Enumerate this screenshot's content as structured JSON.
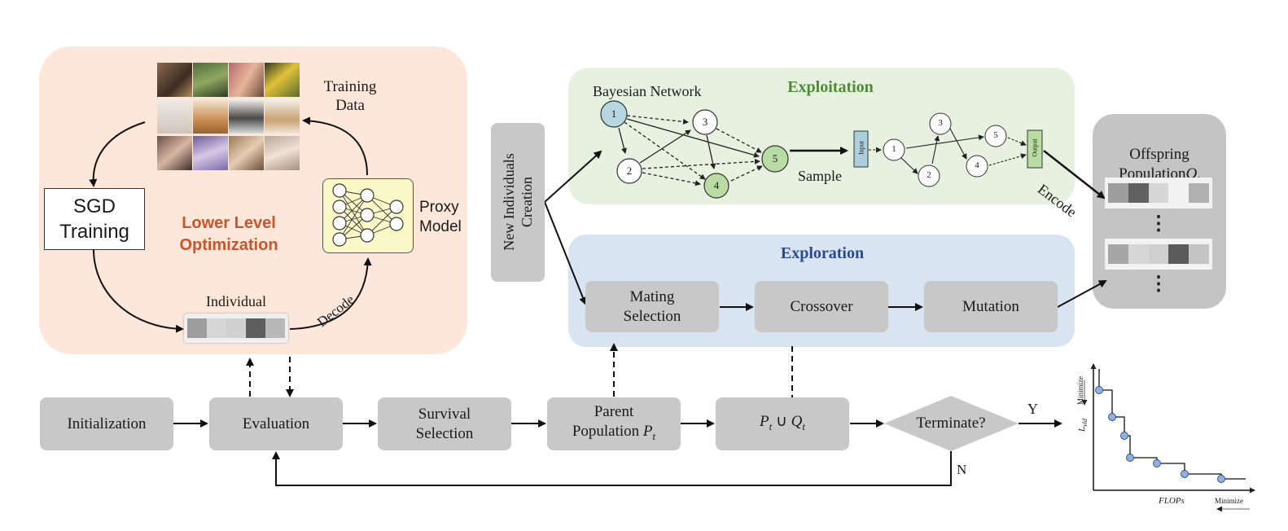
{
  "colors": {
    "lower_panel": "#fde7da",
    "exploit_panel": "#e6f1e0",
    "explore_panel": "#d9e4f2",
    "offspring_panel": "#c4c4c4",
    "box": "#c8c8c8",
    "lower_title": "#c8552b",
    "exploit_title": "#4f8a37",
    "explore_title": "#2a4a8f"
  },
  "lower": {
    "title": "Lower Level\nOptimization",
    "training_data": "Training\nData",
    "sgd": "SGD\nTraining",
    "proxy": "Proxy\nModel",
    "individual": "Individual",
    "decode": "Decode"
  },
  "new_individuals": "New Individuals\nCreation",
  "exploitation": {
    "title": "Exploitation",
    "bayes_label": "Bayesian Network",
    "sample": "Sample",
    "encode": "Encode",
    "bn_nodes": [
      "1",
      "2",
      "3",
      "4",
      "5"
    ],
    "dag_nodes": [
      "1",
      "2",
      "3",
      "4",
      "5"
    ],
    "input": "Input",
    "output": "Output"
  },
  "exploration": {
    "title": "Exploration",
    "mating": "Mating\nSelection",
    "crossover": "Crossover",
    "mutation": "Mutation"
  },
  "offspring": {
    "title": "Offspring\nPopulation",
    "q": "Q",
    "t": "t",
    "dots": "⋮"
  },
  "flow": {
    "initialization": "Initialization",
    "evaluation": "Evaluation",
    "survival": "Survival\nSelection",
    "parent": "Parent\nPopulation ",
    "p": "P",
    "t": "t",
    "union_p": "P",
    "union_q": "Q",
    "union_sym": " ∪ ",
    "terminate": "Terminate?",
    "yes": "Y",
    "no": "N"
  },
  "pareto": {
    "ylabel": "L",
    "ylabel_sub": "vld",
    "xlabel": "FLOPs",
    "minimize_x": "Minimize",
    "minimize_y": "Minimize"
  }
}
